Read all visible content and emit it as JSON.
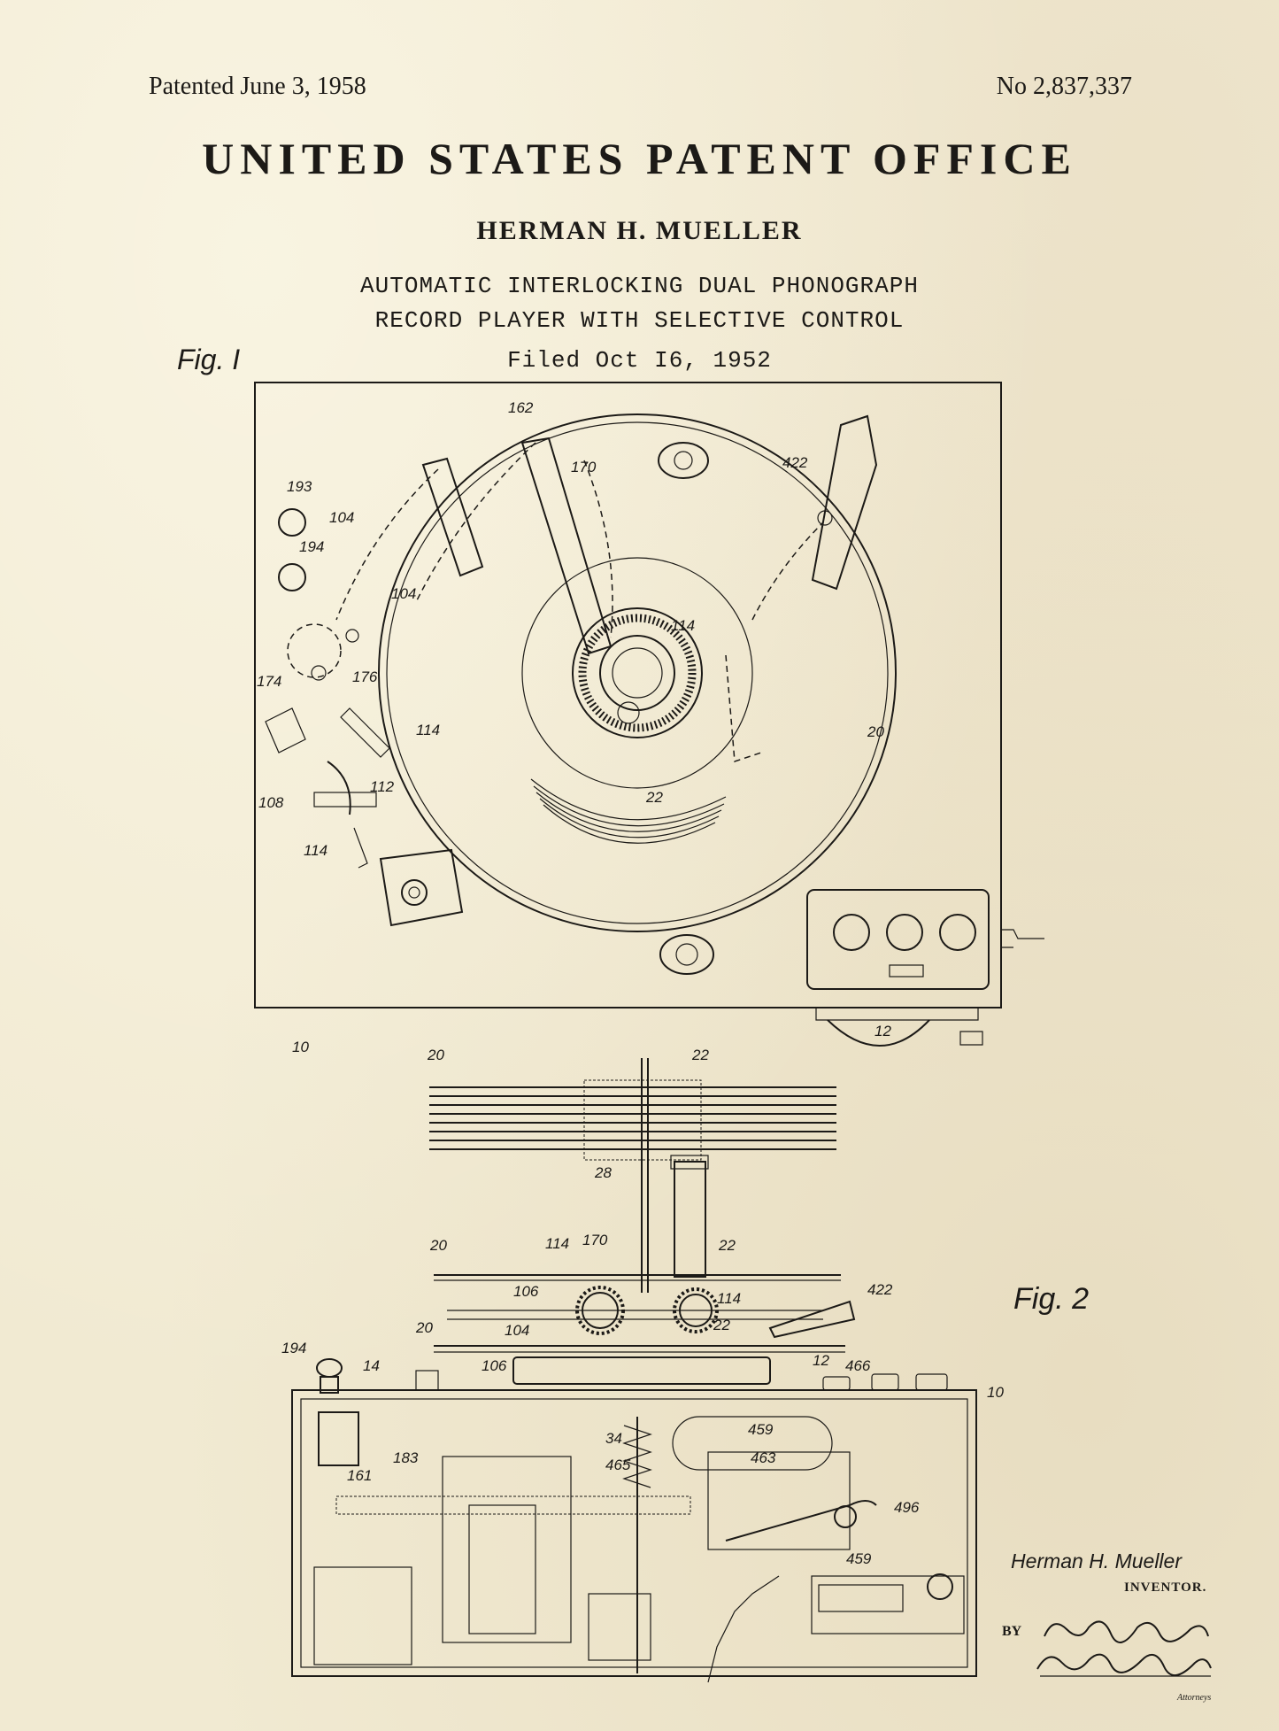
{
  "header": {
    "patent_date": "Patented June 3, 1958",
    "patent_number": "No 2,837,337",
    "office": "UNITED STATES PATENT OFFICE",
    "inventor": "HERMAN H. MUELLER",
    "title_line_1": "AUTOMATIC INTERLOCKING DUAL PHONOGRAPH",
    "title_line_2": "RECORD PLAYER WITH SELECTIVE CONTROL",
    "filed": "Filed Oct I6, 1952"
  },
  "figures": {
    "fig1_label": "Fig. I",
    "fig2_label": "Fig. 2"
  },
  "fig1_refs": {
    "r162": "162",
    "r170": "170",
    "r422": "422",
    "r193": "193",
    "r104a": "104",
    "r194": "194",
    "r104b": "104",
    "r114a": "114",
    "r174": "174",
    "r176": "176",
    "r114b": "114",
    "r20": "20",
    "r108": "108",
    "r112": "112",
    "r22": "22",
    "r114c": "114",
    "r10": "10",
    "r12": "12"
  },
  "fig2_refs": {
    "r20a": "20",
    "r22a": "22",
    "r28": "28",
    "r20b": "20",
    "r114a": "114",
    "r170": "170",
    "r22b": "22",
    "r106a": "106",
    "r114b": "114",
    "r422": "422",
    "r20c": "20",
    "r104": "104",
    "r22c": "22",
    "r194": "194",
    "r14": "14",
    "r106b": "106",
    "r12": "12",
    "r466": "466",
    "r10": "10",
    "r34": "34",
    "r459a": "459",
    "r183": "183",
    "r465": "465",
    "r463": "463",
    "r161": "161",
    "r496": "496",
    "r459b": "459"
  },
  "signature": {
    "inventor": "Herman H. Mueller",
    "role": "INVENTOR.",
    "by": "BY",
    "attorneys_label": "Attorneys"
  }
}
